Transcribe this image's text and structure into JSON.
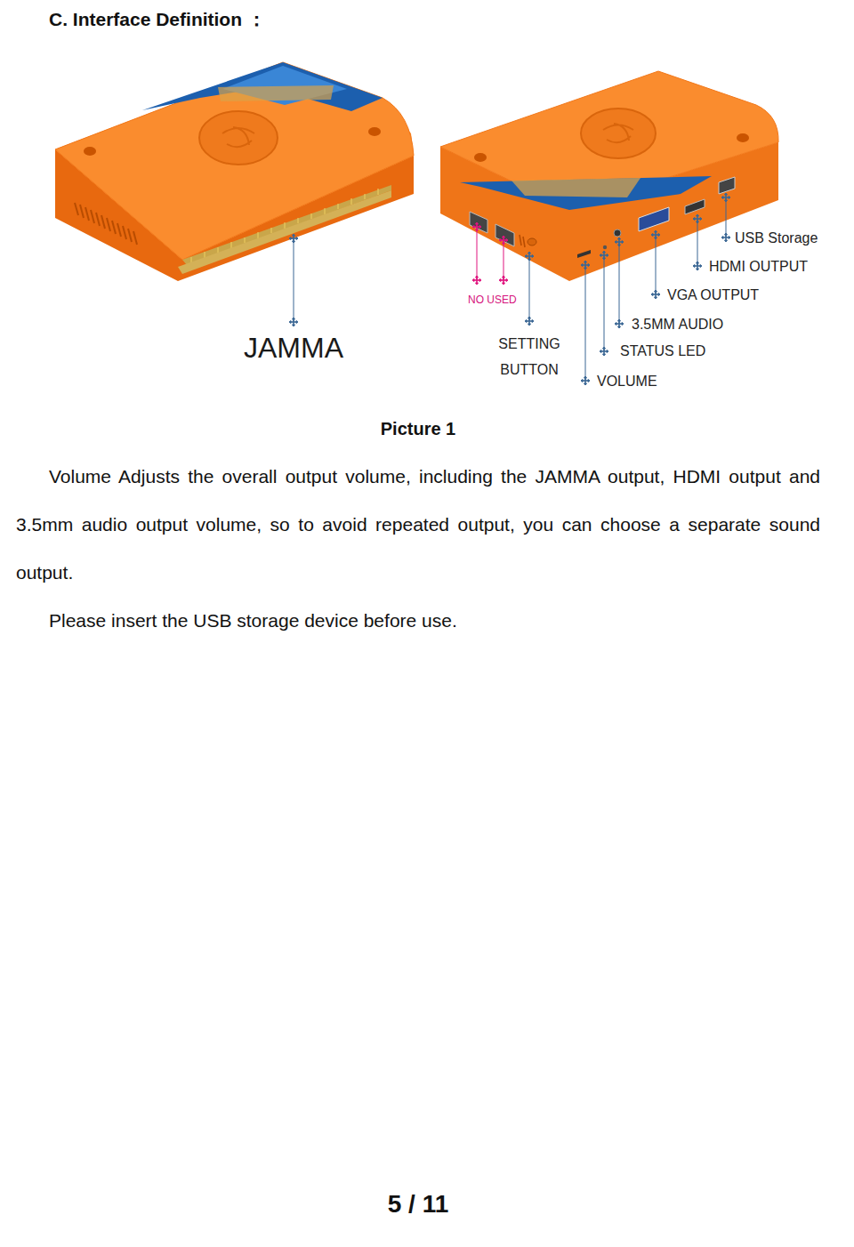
{
  "diagram": {
    "title": "C. Interface Definition ：",
    "caption": "Picture 1",
    "labels": [
      "JAMMA",
      "NO USED",
      "SETTING BUTTON",
      "USB Storage",
      "HDMI OUTPUT",
      "VGA OUTPUT",
      "3.5MM AUDIO",
      "STATUS LED",
      "VOLUME",
      "Volume Adjusts the overall output volume, including the JAMMA output, HDMI output and 3.5mm audio output volume, so to avoid repeated output, you can choose a separate sound output.",
      "Please insert the USB storage device before use.",
      "5 / 11"
    ]
  }
}
